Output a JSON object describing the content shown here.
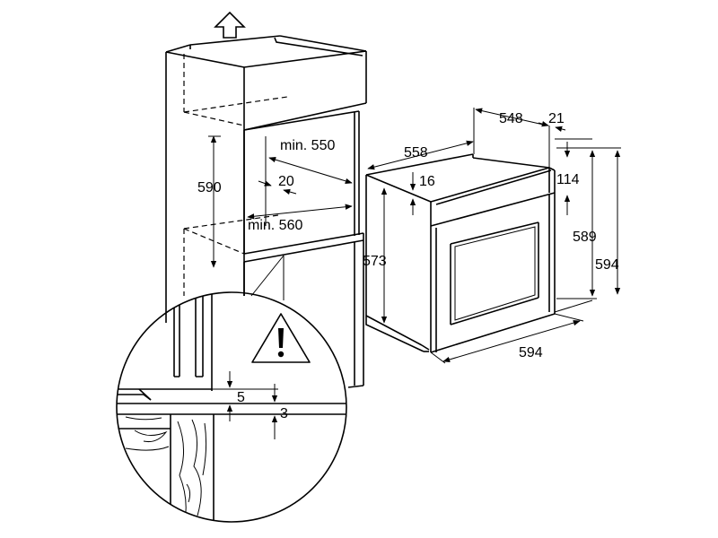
{
  "labels": {
    "niche_height": "590",
    "niche_depth": "min. 550",
    "vent_gap": "20",
    "niche_width": "min. 560",
    "oven_width": "558",
    "oven_depth": "548",
    "front_depth": "21",
    "panel_offset": "16",
    "oven_body_height": "573",
    "control_panel_height": "114",
    "oven_height_inner": "589",
    "front_height": "594",
    "front_width": "594",
    "detail_gap_top": "5",
    "detail_gap_bottom": "3"
  },
  "icons": {
    "airflow": "up-arrow-icon",
    "warning": "warning-triangle-icon"
  },
  "colors": {
    "line": "#000000",
    "background": "#ffffff"
  }
}
